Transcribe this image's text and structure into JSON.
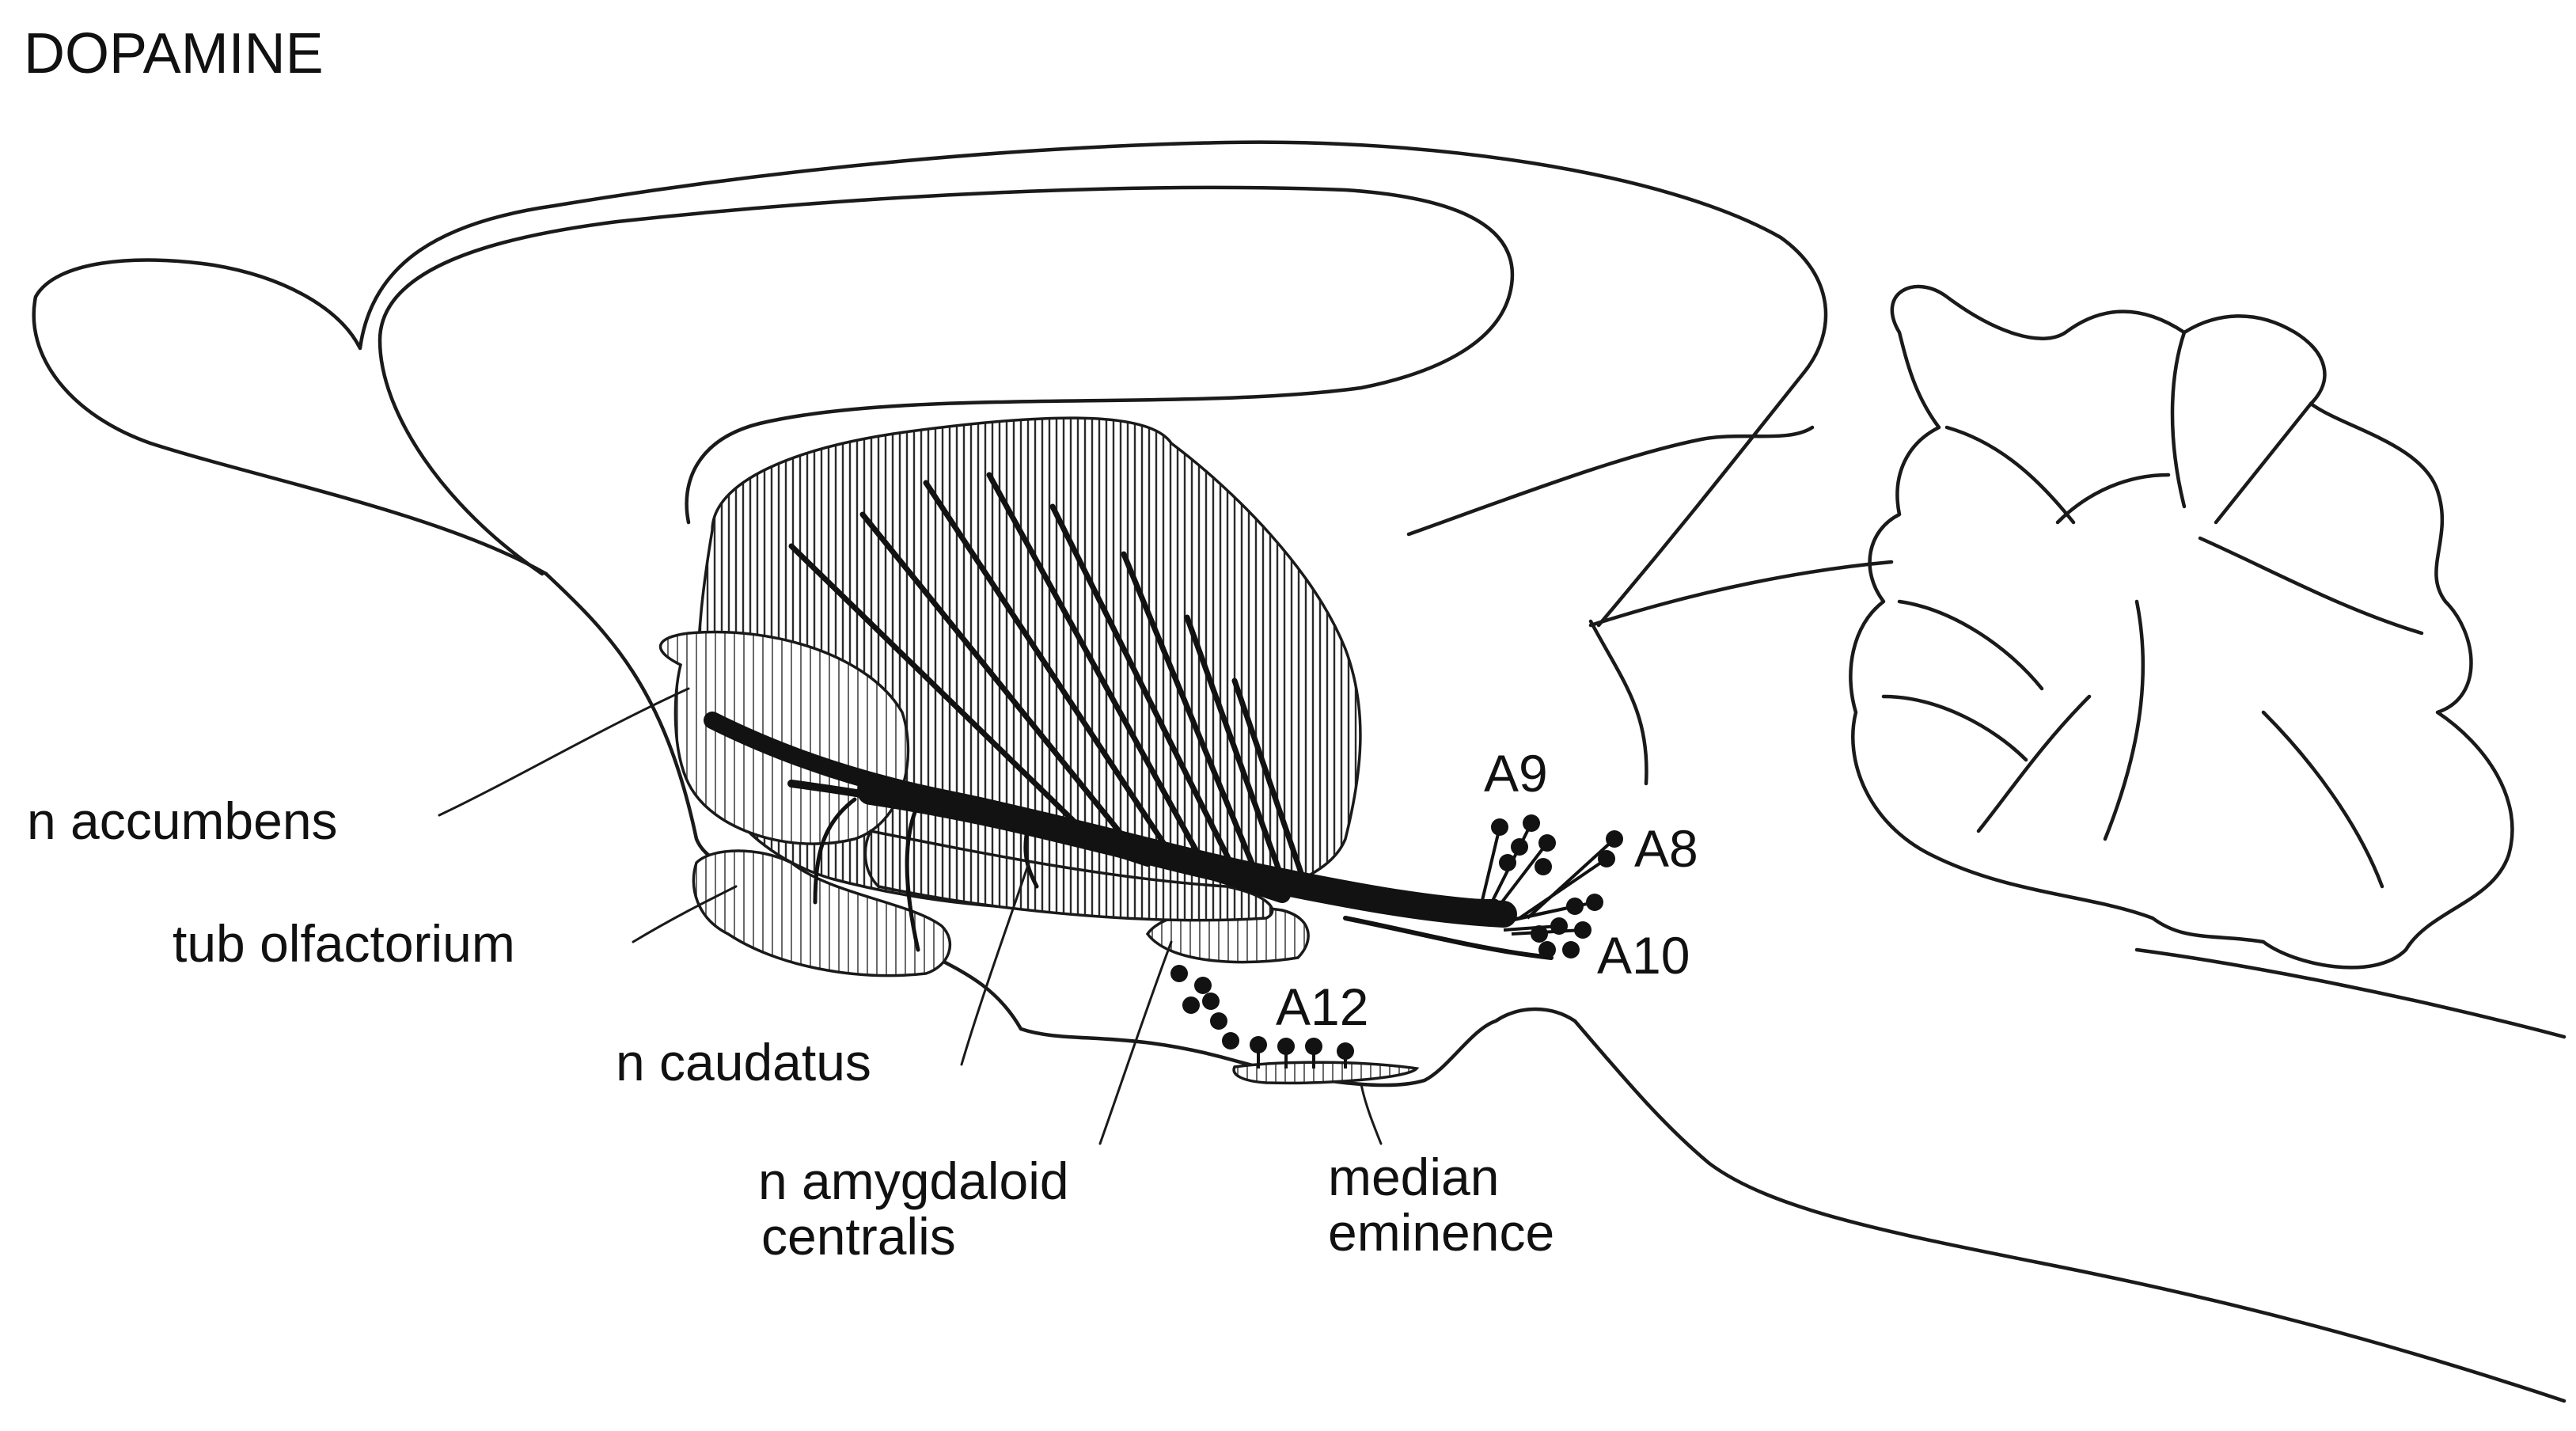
{
  "title": "DOPAMINE",
  "labels": {
    "n_accumbens": "n accumbens",
    "tub_olfactorium": "tub olfactorium",
    "n_caudatus": "n caudatus",
    "n_amygdaloid_line1": "n amygdaloid",
    "n_amygdaloid_line2": "centralis",
    "median_line1": "median",
    "median_line2": "eminence",
    "a9": "A9",
    "a8": "A8",
    "a10": "A10",
    "a12": "A12"
  },
  "colors": {
    "ink": "#1a1a1a",
    "paper": "#ffffff",
    "hatch": "#2a2a2a"
  }
}
